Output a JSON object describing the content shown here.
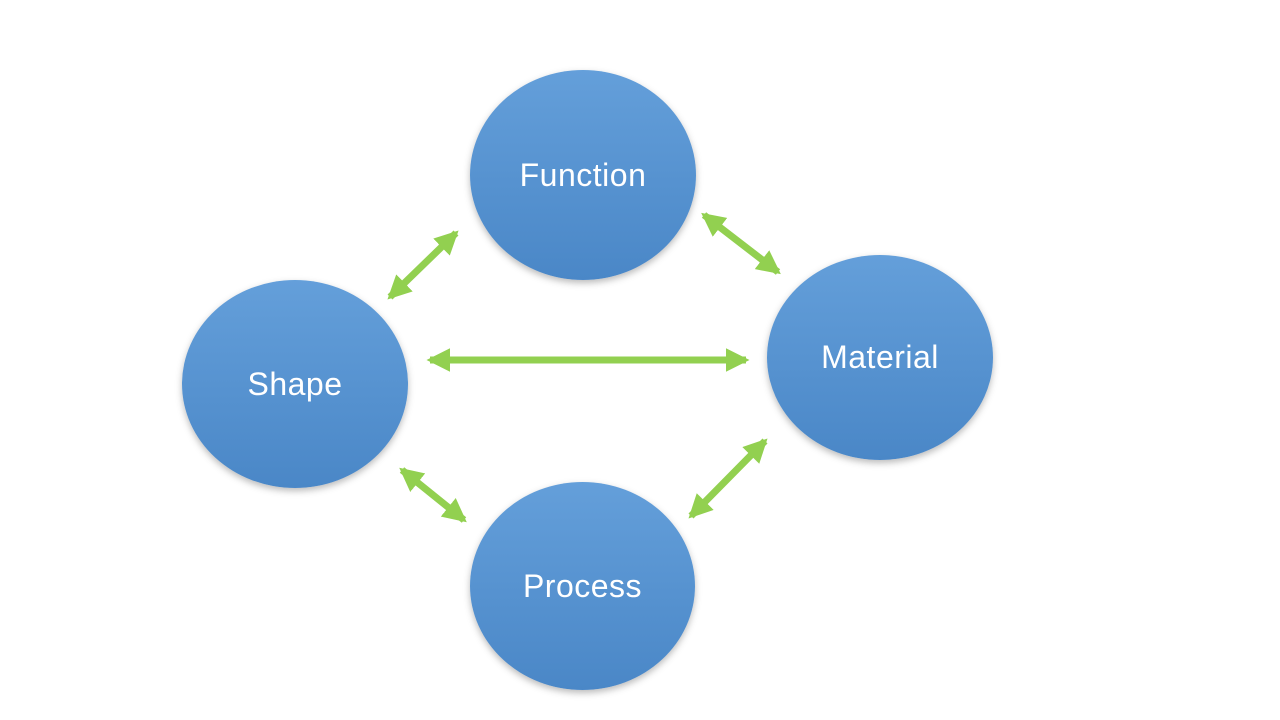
{
  "diagram": {
    "type": "relationship-diagram",
    "nodes": [
      {
        "id": "function",
        "label": "Function"
      },
      {
        "id": "shape",
        "label": "Shape"
      },
      {
        "id": "material",
        "label": "Material"
      },
      {
        "id": "process",
        "label": "Process"
      }
    ],
    "edges": [
      {
        "from": "shape",
        "to": "function",
        "bidirectional": true
      },
      {
        "from": "function",
        "to": "material",
        "bidirectional": true
      },
      {
        "from": "shape",
        "to": "material",
        "bidirectional": true
      },
      {
        "from": "shape",
        "to": "process",
        "bidirectional": true
      },
      {
        "from": "process",
        "to": "material",
        "bidirectional": true
      }
    ],
    "colors": {
      "background": "#ffffff",
      "node_fill_top": "#649FDA",
      "node_fill_bottom": "#4A87C7",
      "node_text": "#ffffff",
      "arrow": "#92D050"
    }
  }
}
